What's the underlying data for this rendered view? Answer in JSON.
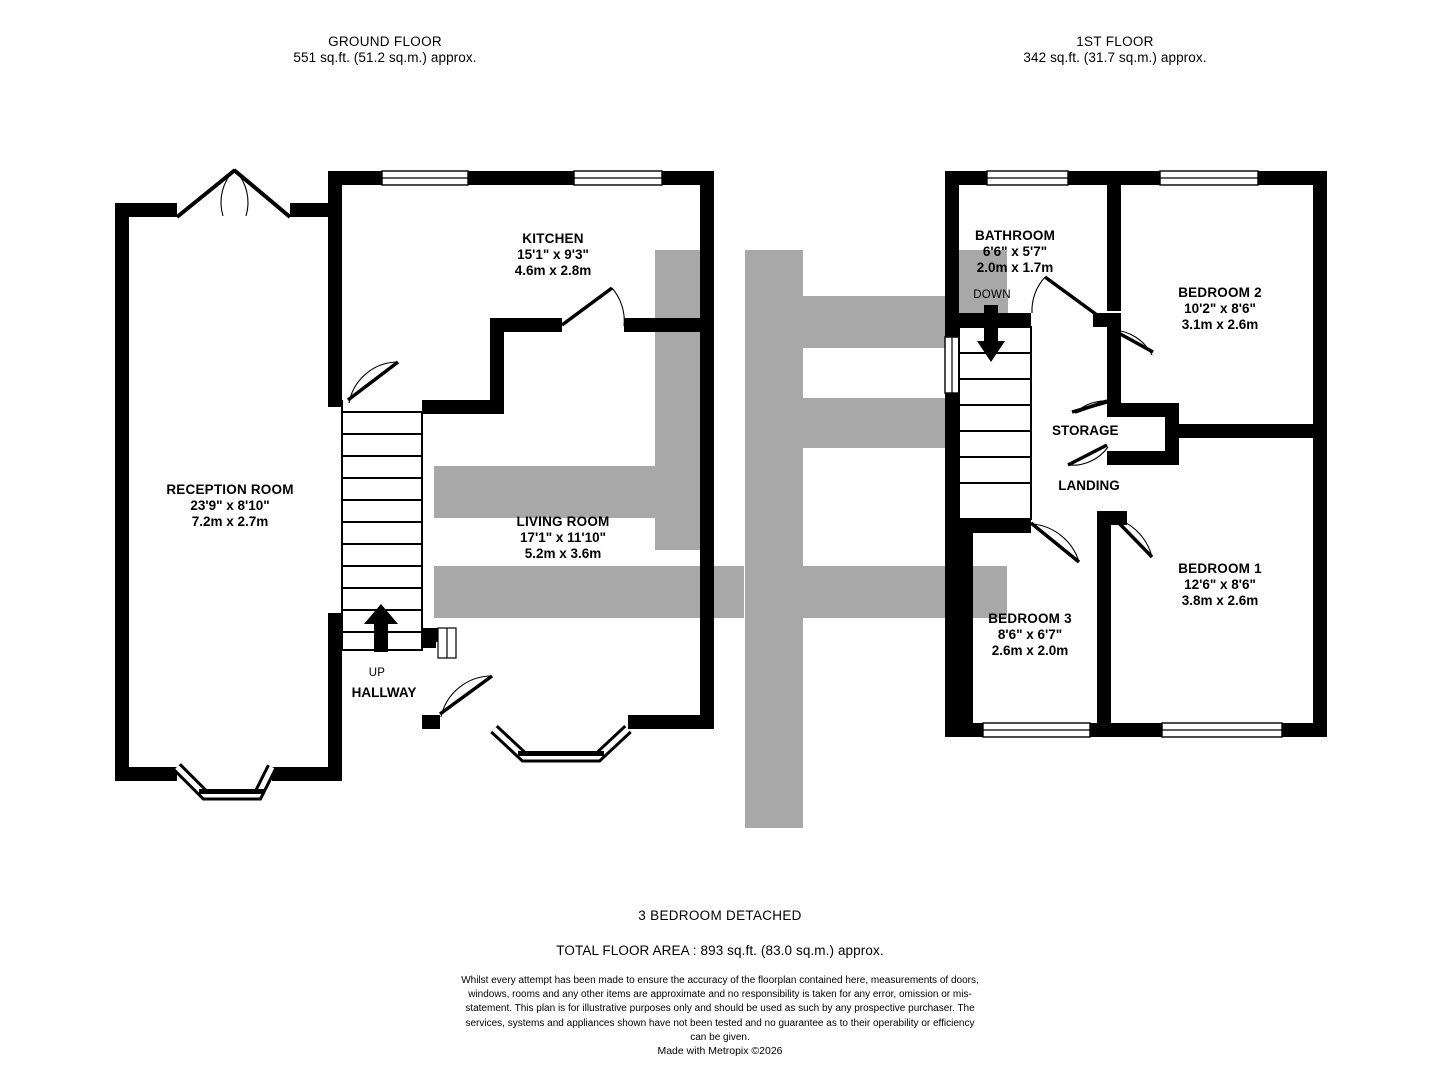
{
  "ground_floor": {
    "title": "GROUND FLOOR",
    "area": "551 sq.ft. (51.2 sq.m.) approx.",
    "rooms": [
      {
        "name": "KITCHEN",
        "imperial": "15'1\"  x 9'3\"",
        "metric": "4.6m  x 2.8m"
      },
      {
        "name": "RECEPTION ROOM",
        "imperial": "23'9\"  x 8'10\"",
        "metric": "7.2m  x 2.7m"
      },
      {
        "name": "LIVING ROOM",
        "imperial": "17'1\"  x 11'10\"",
        "metric": "5.2m  x 3.6m"
      }
    ],
    "hallway_label": "HALLWAY",
    "stair_direction": "UP"
  },
  "first_floor": {
    "title": "1ST FLOOR",
    "area": "342 sq.ft. (31.7 sq.m.) approx.",
    "rooms": [
      {
        "name": "BATHROOM",
        "imperial": "6'6\"  x 5'7\"",
        "metric": "2.0m  x 1.7m"
      },
      {
        "name": "BEDROOM 2",
        "imperial": "10'2\"  x 8'6\"",
        "metric": "3.1m  x 2.6m"
      },
      {
        "name": "BEDROOM 1",
        "imperial": "12'6\"  x 8'6\"",
        "metric": "3.8m  x 2.6m"
      },
      {
        "name": "BEDROOM 3",
        "imperial": "8'6\"  x 6'7\"",
        "metric": "2.6m  x 2.0m"
      }
    ],
    "landing_label": "LANDING",
    "storage_label": "STORAGE",
    "stair_direction": "DOWN"
  },
  "footer": {
    "property_type": "3 BEDROOM DETACHED",
    "total_area": "TOTAL FLOOR AREA : 893 sq.ft. (83.0 sq.m.) approx.",
    "disclaimer": "Whilst every attempt has been made to ensure the accuracy of the floorplan contained here, measurements of doors, windows, rooms and any other items are approximate and no responsibility is taken for any error, omission or mis-statement. This plan is for illustrative purposes only and should be used as such by any prospective purchaser. The services, systems and appliances shown have not been tested and no guarantee as to their operability or efficiency can be given.",
    "credit": "Made with Metropix ©2026"
  },
  "colors": {
    "wall": "#000000",
    "background": "#ffffff",
    "shadow": "#a8a8a8",
    "window_line": "#000000"
  }
}
